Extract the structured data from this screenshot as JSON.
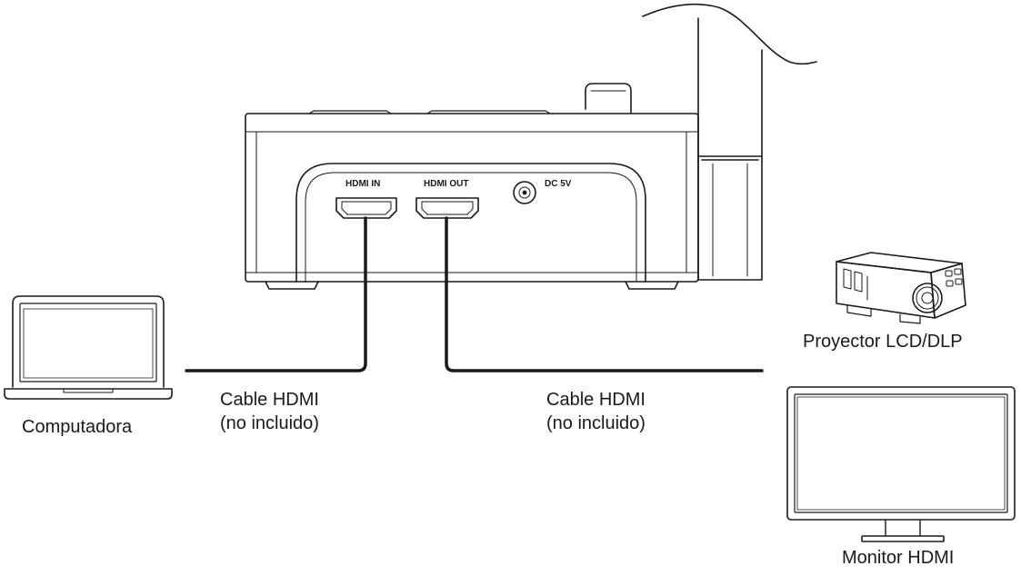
{
  "ports": {
    "hdmi_in": "HDMI IN",
    "hdmi_out": "HDMI OUT",
    "dc": "DC 5V"
  },
  "devices": {
    "computer": "Computadora",
    "projector": "Proyector LCD/DLP",
    "monitor": "Monitor HDMI"
  },
  "cables": {
    "left": {
      "line1": "Cable HDMI",
      "line2": "(no incluido)"
    },
    "right": {
      "line1": "Cable HDMI",
      "line2": "(no incluido)"
    }
  },
  "colors": {
    "stroke": "#1a1a1a",
    "background": "#ffffff"
  }
}
